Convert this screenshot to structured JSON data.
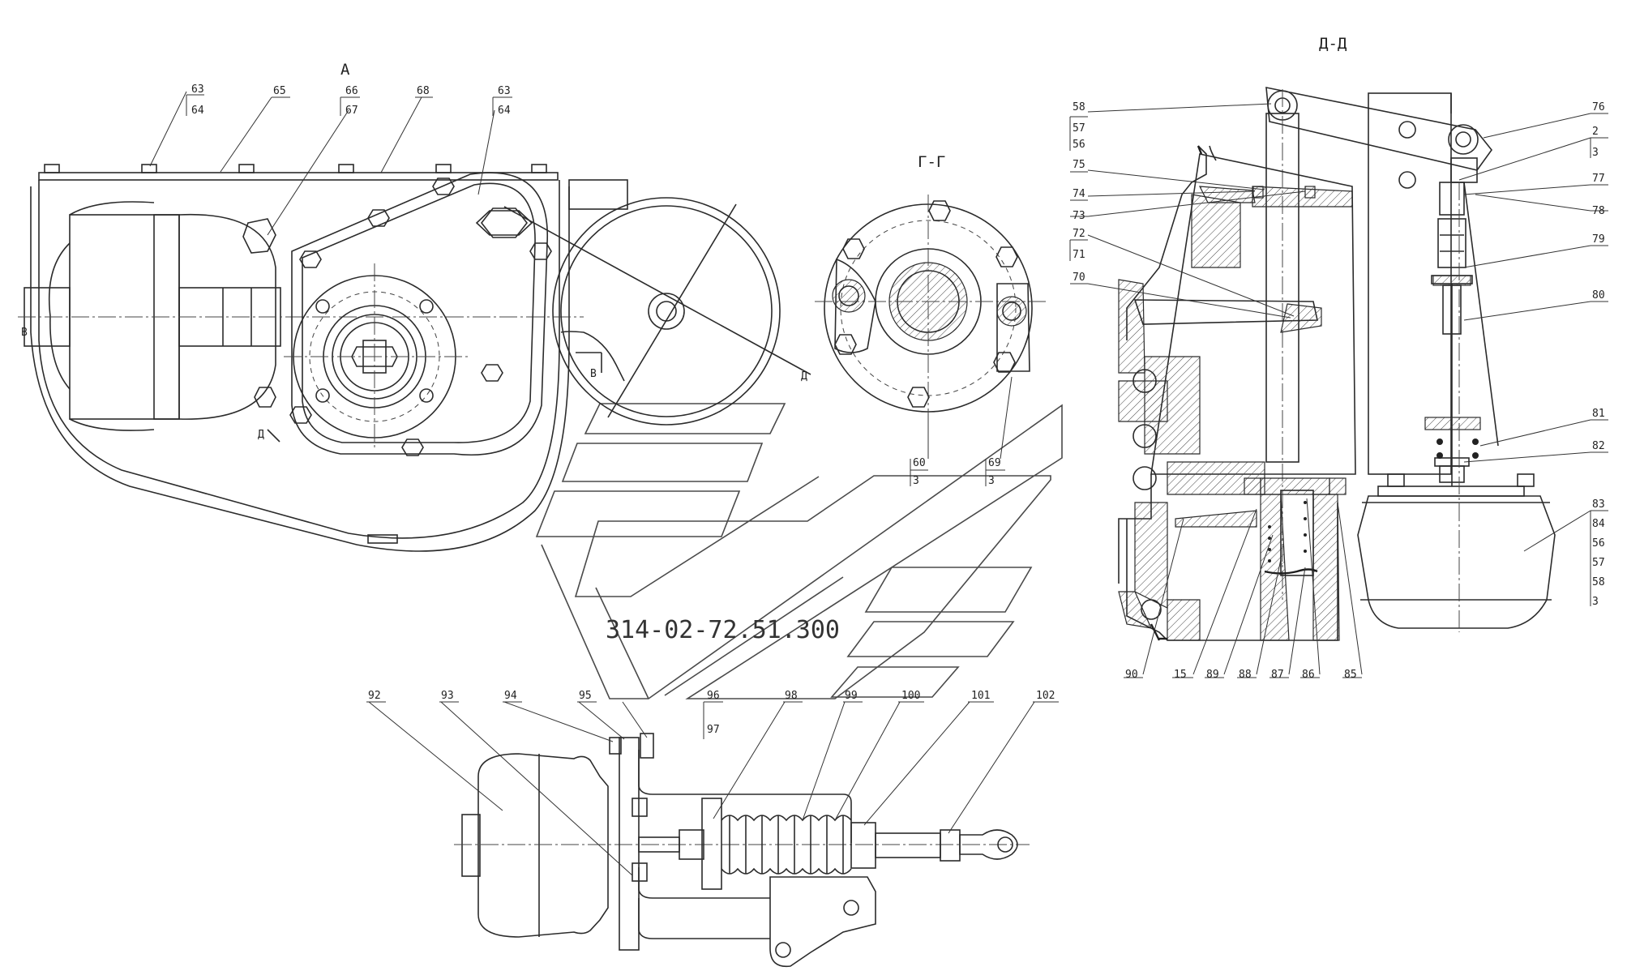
{
  "sections": {
    "view_a": "А",
    "section_gg": "Г-Г",
    "section_dd": "Д-Д",
    "marker_v": "В",
    "marker_d": "Д"
  },
  "drawing_code": "314-02-72.51.300",
  "view_a_labels": [
    {
      "top": "63",
      "bottom": "64"
    },
    {
      "top": "65"
    },
    {
      "top": "66",
      "bottom": "67"
    },
    {
      "top": "68"
    },
    {
      "top": "63",
      "bottom": "64"
    }
  ],
  "section_gg_labels": [
    {
      "top": "60",
      "bottom": "3"
    },
    {
      "top": "69",
      "bottom": "3"
    }
  ],
  "section_dd_left": [
    "58",
    "57",
    "56",
    "75",
    "74",
    "73",
    "72",
    "71",
    "70"
  ],
  "section_dd_right": [
    "76",
    "2",
    "3",
    "77",
    "78",
    "79",
    "80",
    "81",
    "82",
    "83",
    "84",
    "56",
    "57",
    "58",
    "3"
  ],
  "section_dd_bottom": [
    "90",
    "15",
    "89",
    "88",
    "87",
    "86",
    "85"
  ],
  "actuator_labels": [
    {
      "top": "92"
    },
    {
      "top": "93"
    },
    {
      "top": "94"
    },
    {
      "top": "95"
    },
    {
      "top": "96",
      "bottom": "97"
    },
    {
      "top": "98"
    },
    {
      "top": "99"
    },
    {
      "top": "100"
    },
    {
      "top": "101"
    },
    {
      "top": "102"
    }
  ]
}
